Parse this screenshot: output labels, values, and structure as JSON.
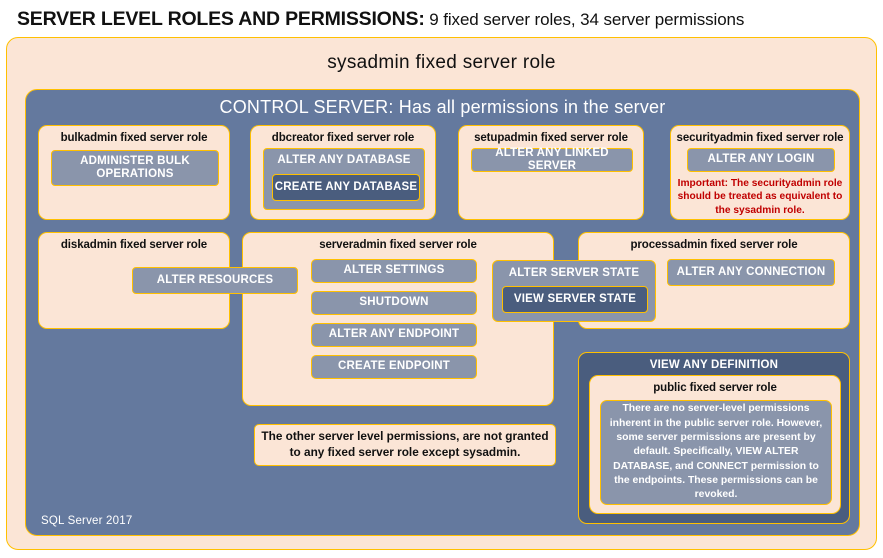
{
  "title": {
    "strong": "SERVER LEVEL ROLES AND PERMISSIONS:",
    "rest": " 9 fixed server roles, 34 server permissions"
  },
  "sysadmin": {
    "label": "sysadmin  fixed  server  role"
  },
  "control_server": {
    "label": "CONTROL SERVER: Has all permissions in the server"
  },
  "footer": {
    "version": "SQL Server 2017"
  },
  "roles": {
    "bulkadmin": {
      "title": "bulkadmin  fixed server role",
      "permission": "ADMINISTER  BULK OPERATIONS"
    },
    "dbcreator": {
      "title": "dbcreator fixed server role",
      "permission": "ALTER ANY DATABASE",
      "nested_permission": "CREATE  ANY DATABASE"
    },
    "setupadmin": {
      "title": "setupadmin fixed server role",
      "permission": "ALTER ANY LINKED SERVER"
    },
    "securityadmin": {
      "title": "securityadmin  fixed server role",
      "permission": "ALTER ANY LOGIN",
      "warning": "Important:  The securityadmin role should  be treated as equivalent to the  sysadmin role."
    },
    "diskadmin": {
      "title": "diskadmin  fixed server role",
      "permission": "ALTER RESOURCES"
    },
    "serveradmin": {
      "title": "serveradmin fixed server role",
      "permissions": [
        "ALTER SETTINGS",
        "SHUTDOWN",
        "ALTER ANY ENDPOINT",
        "CREATE  ENDPOINT"
      ]
    },
    "processadmin": {
      "title": "processadmin  fixed server role",
      "permission": "ALTER ANY CONNECTION"
    },
    "shared": {
      "alter_server_state": "ALTER SERVER STATE",
      "view_server_state": "VIEW SERVER STATE"
    },
    "public": {
      "view_any_definition": "VIEW ANY DEFINITION",
      "title": "public  fixed server role",
      "description": "There are no server-level permissions inherent in the public server role. However, some server permissions are present by default. Specifically, VIEW ALTER DATABASE, and CONNECT permission to the endpoints. These permissions can be revoked."
    }
  },
  "notes": {
    "other_permissions": "The other server level permissions,  are not granted to any fixed server role except sysadmin."
  },
  "colors": {
    "peach": "#fbe5d6",
    "gold_border": "#ffc000",
    "slate": "#64799e",
    "chip": "#8a95ab",
    "chip_dark": "#4a5d7e",
    "warning_red": "#c00000"
  }
}
